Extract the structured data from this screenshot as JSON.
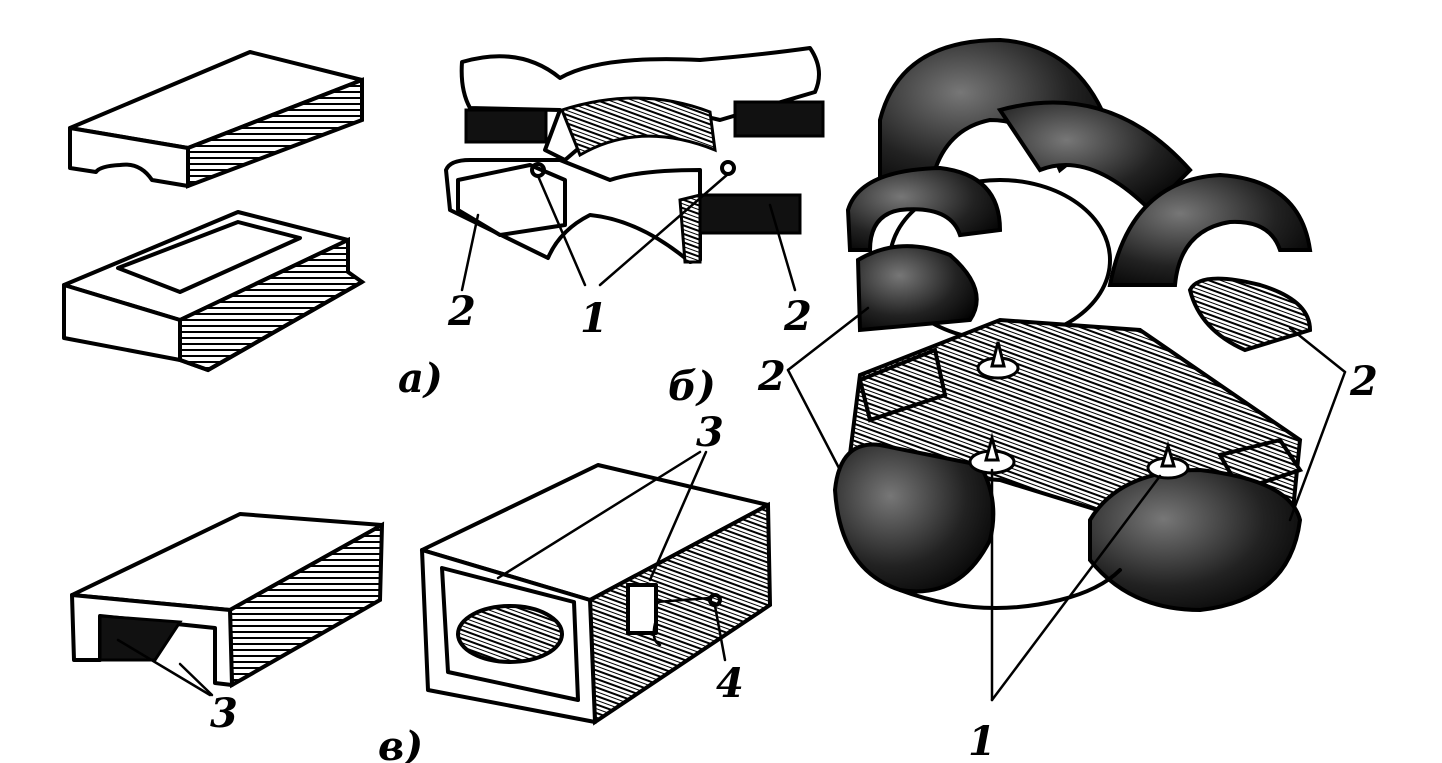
{
  "labels": {
    "fig_a": "а)",
    "fig_b": "б)",
    "fig_v": "в)",
    "b_left_2": "2",
    "b_center_1": "1",
    "b_right_2": "2",
    "v_top_3": "3",
    "v_bottom_3": "3",
    "v_4": "4",
    "r_left_2": "2",
    "r_right_2": "2",
    "r_bottom_1": "1"
  },
  "colors": {
    "ink": "#000000",
    "paper": "#ffffff",
    "shade": "#111111"
  }
}
